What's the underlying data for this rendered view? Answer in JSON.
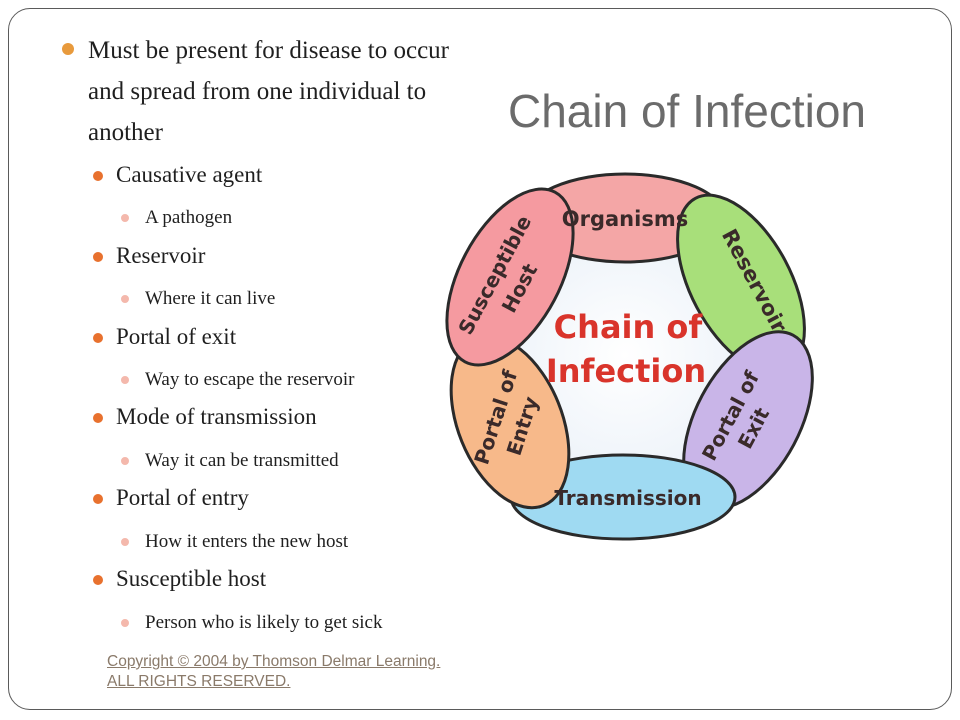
{
  "slide": {
    "title": "Chain of Infection",
    "intro": "Must be present for disease to occur and spread from one individual to another",
    "items": [
      {
        "label": "Causative agent",
        "detail": "A pathogen"
      },
      {
        "label": "Reservoir",
        "detail": "Where it can live"
      },
      {
        "label": "Portal of exit",
        "detail": "Way to escape the reservoir"
      },
      {
        "label": "Mode of transmission",
        "detail": "Way it can be transmitted"
      },
      {
        "label": "Portal of entry",
        "detail": "How it enters the new host"
      },
      {
        "label": "Susceptible host",
        "detail": "Person who is likely to get sick"
      }
    ],
    "copyright": "Copyright © 2004 by Thomson Delmar Learning. ALL RIGHTS RESERVED."
  },
  "diagram": {
    "center_line1": "Chain  of",
    "center_line2": "Infection",
    "segments": {
      "organisms": "Organisms",
      "reservoir": "Reservoir",
      "portal_exit_1": "Portal  of",
      "portal_exit_2": "Exit",
      "transmission": "Transmission",
      "portal_entry_1": "Portal  of",
      "portal_entry_2": "Entry",
      "susceptible_1": "Susceptible",
      "susceptible_2": "Host"
    },
    "colors": {
      "organisms": "#f4a6a6",
      "reservoir": "#a8df7a",
      "portal_exit": "#c9b5e8",
      "transmission": "#9fdaf2",
      "portal_entry": "#f7b98a",
      "susceptible": "#f59aa0",
      "bullet_l1": "#e89a3c",
      "bullet_l2": "#e8712e",
      "bullet_l3": "#f4b8ac",
      "center_text": "#d9342b"
    }
  }
}
